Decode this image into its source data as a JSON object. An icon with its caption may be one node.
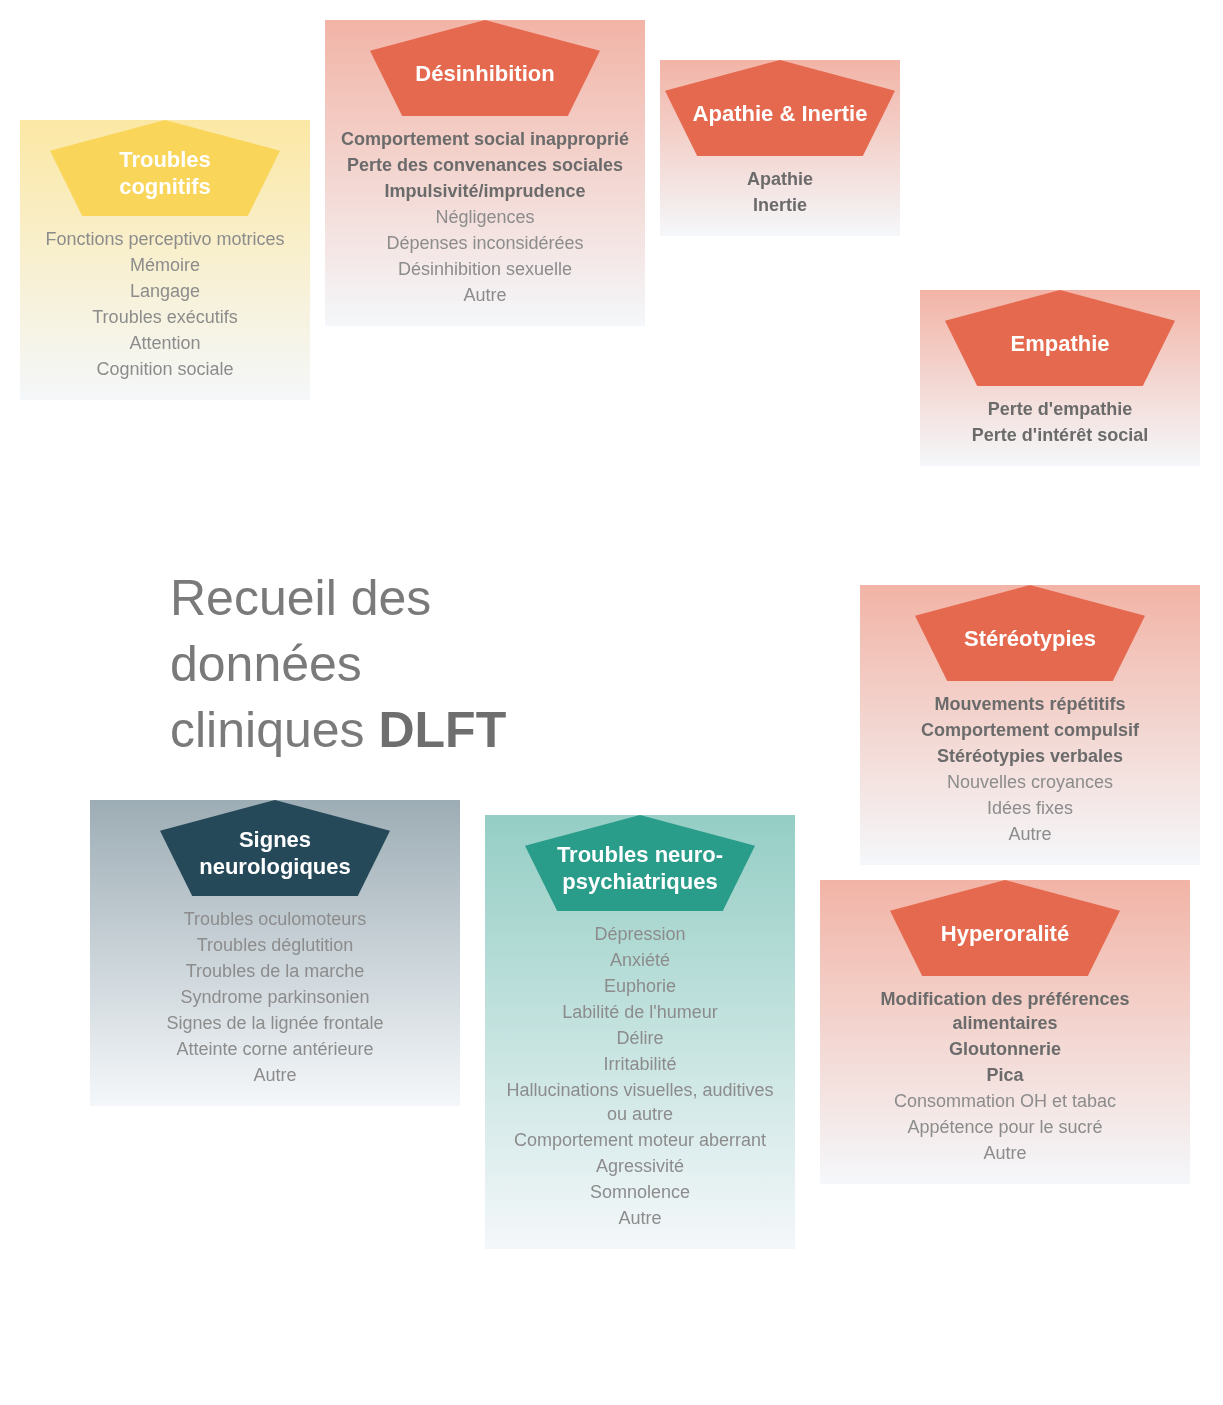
{
  "diagram": {
    "title": "Recueil des données cliniques **DLFT**",
    "nodes": [
      {
        "text": [
          "Troubles cognitifs",
          "Fonctions perceptivo motrices",
          "Mémoire",
          "Langage",
          "Troubles exécutifs",
          "Attention",
          "Cognition sociale"
        ]
      },
      {
        "text": [
          "Désinhibition",
          "**Comportement social inapproprié**",
          "**Perte des convenances sociales**",
          "**Impulsivité/imprudence**",
          "Négligences",
          "Dépenses inconsidérées",
          "Désinhibition sexuelle",
          "Autre"
        ]
      },
      {
        "text": [
          "Apathie & Inertie",
          "**Apathie**",
          "**Inertie**"
        ]
      },
      {
        "text": [
          "Empathie",
          "**Perte d'empathie**",
          "**Perte d'intérêt social**"
        ]
      },
      {
        "text": [
          "Stéréotypies",
          "**Mouvements répétitifs**",
          "**Comportement compulsif**",
          "**Stéréotypies verbales**",
          "Nouvelles croyances",
          "Idées fixes",
          "Autre"
        ]
      },
      {
        "text": [
          "Hyperoralité",
          "**Modification des préférences alimentaires**",
          "**Gloutonnerie**",
          "**Pica**",
          "Consommation OH et tabac",
          "Appétence pour le sucré",
          "Autre"
        ]
      },
      {
        "text": [
          "Troubles neuro-psychiatriques",
          "Dépression",
          "Anxiété",
          "Euphorie",
          "Labilité de l'humeur",
          "Délire",
          "Irritabilité",
          "Hallucinations visuelles, auditives ou autre",
          "Comportement moteur aberrant",
          "Agressivité",
          "Somnolence",
          "Autre"
        ]
      },
      {
        "text": [
          "Signes neurologiques",
          "Troubles oculomoteurs",
          "Troubles déglutition",
          "Troubles de la marche",
          "Syndrome parkinsonien",
          "Signes de la lignée frontale",
          "Atteinte corne antérieure",
          "Autre"
        ]
      }
    ]
  }
}
